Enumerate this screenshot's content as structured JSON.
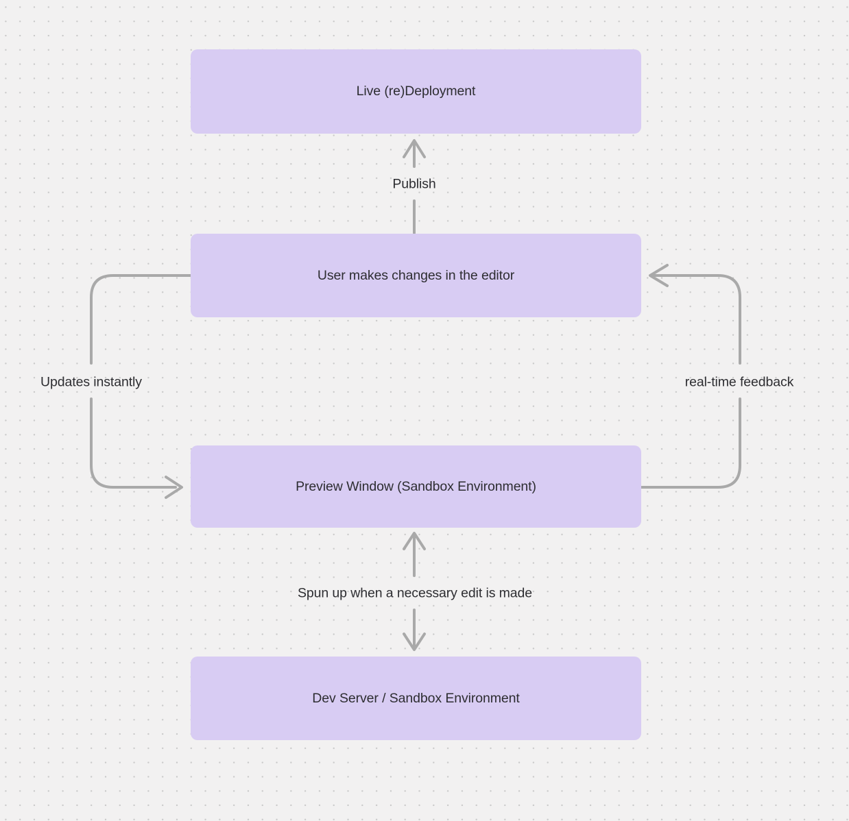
{
  "nodes": [
    {
      "id": "live-redeployment",
      "label": "Live (re)Deployment"
    },
    {
      "id": "user-editor",
      "label": "User makes changes in the editor"
    },
    {
      "id": "preview-window",
      "label": "Preview Window (Sandbox Environment)"
    },
    {
      "id": "dev-server",
      "label": "Dev Server / Sandbox Environment"
    }
  ],
  "edges": [
    {
      "id": "publish",
      "label": "Publish",
      "from": "user-editor",
      "to": "live-redeployment",
      "arrowheads": "to"
    },
    {
      "id": "updates-instantly",
      "label": "Updates instantly",
      "from": "user-editor",
      "to": "preview-window",
      "arrowheads": "to"
    },
    {
      "id": "real-time-feedback",
      "label": "real-time feedback",
      "from": "preview-window",
      "to": "user-editor",
      "arrowheads": "to"
    },
    {
      "id": "spun-up",
      "label": "Spun up when a necessary edit is made",
      "from": "preview-window",
      "to": "dev-server",
      "arrowheads": "both"
    }
  ],
  "colors": {
    "canvas_bg": "#f2f1f1",
    "dot": "#c9c9c9",
    "node_fill": "#d8ccf3",
    "node_text": "#2d2d31",
    "arrow": "#a9a9a9",
    "edge_label_text": "#2d2d31"
  }
}
